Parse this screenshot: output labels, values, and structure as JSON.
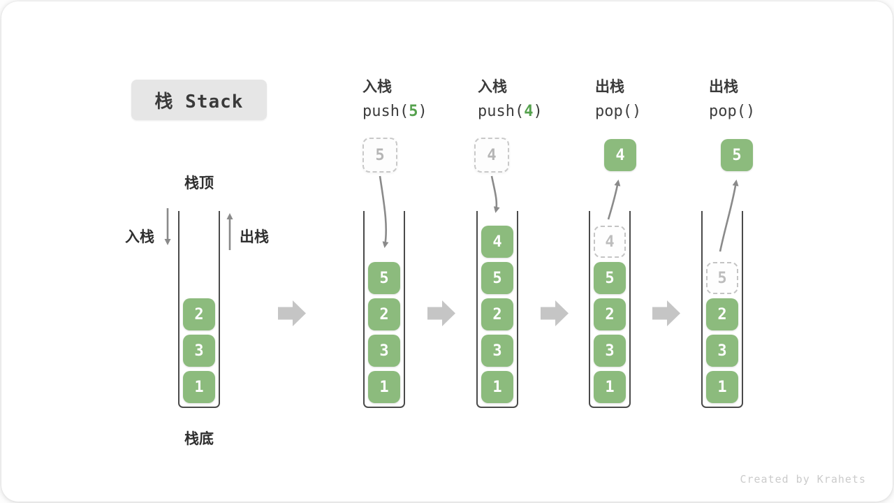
{
  "title": "栈 Stack",
  "legend": {
    "stack_top": "栈顶",
    "stack_bottom": "栈底",
    "push": "入栈",
    "pop": "出栈"
  },
  "operations": [
    {
      "label": "入栈",
      "fn": "push(",
      "arg": "5",
      "close": ")"
    },
    {
      "label": "入栈",
      "fn": "push(",
      "arg": "4",
      "close": ")"
    },
    {
      "label": "出栈",
      "fn": "pop(",
      "arg": "",
      "close": ")"
    },
    {
      "label": "出栈",
      "fn": "pop(",
      "arg": "",
      "close": ")"
    }
  ],
  "floating": {
    "pending": [
      "5",
      "4"
    ],
    "popped": [
      "4",
      "5"
    ]
  },
  "stacks": [
    {
      "cells": [
        "2",
        "3",
        "1"
      ]
    },
    {
      "cells": [
        "5",
        "2",
        "3",
        "1"
      ]
    },
    {
      "cells": [
        "4",
        "5",
        "2",
        "3",
        "1"
      ]
    },
    {
      "ghost": "4",
      "cells": [
        "5",
        "2",
        "3",
        "1"
      ]
    },
    {
      "ghost": "5",
      "cells": [
        "2",
        "3",
        "1"
      ]
    }
  ],
  "watermark": "Created by Krahets",
  "colors": {
    "cell_green": "#8cbb7d",
    "arg_green": "#55a14d",
    "curve_arrow_gray": "#8a8a8a",
    "block_arrow_gray": "#c5c5c5",
    "ghost_gray": "#bdbdbd",
    "text_dark": "#3a3a3a",
    "title_bg": "#e6e6e6"
  }
}
